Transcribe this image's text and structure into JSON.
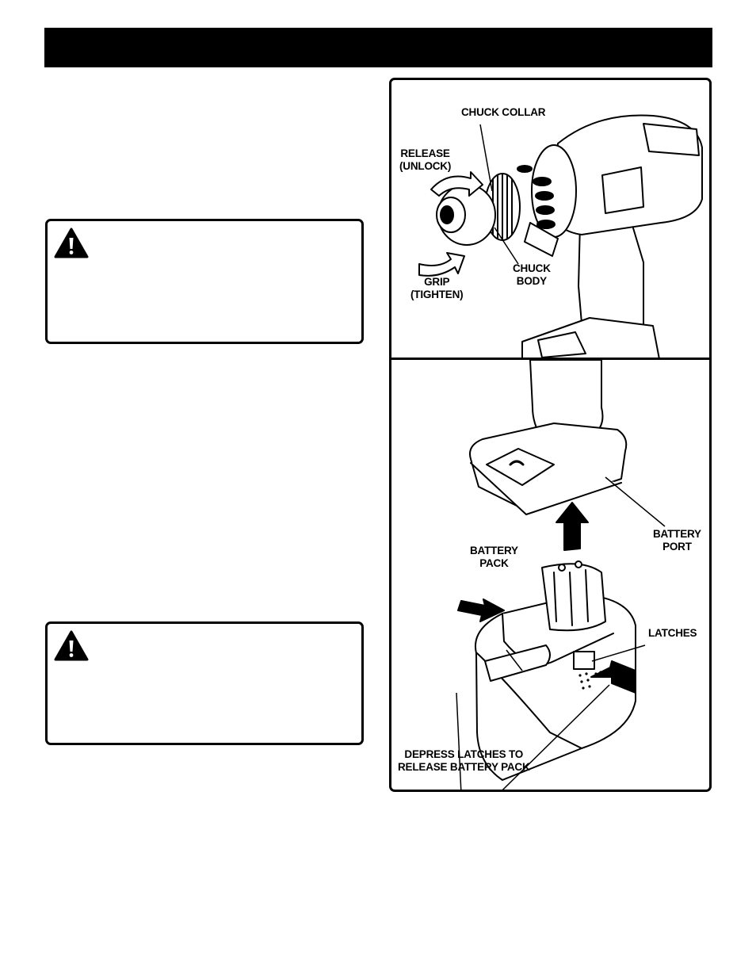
{
  "figure": {
    "drill_callouts": {
      "chuck_collar": "CHUCK COLLAR",
      "release_line1": "RELEASE",
      "release_line2": "(UNLOCK)",
      "grip_line1": "GRIP",
      "grip_line2": "(TIGHTEN)",
      "chuck_body_line1": "CHUCK",
      "chuck_body_line2": "BODY"
    },
    "battery_callouts": {
      "battery_port_line1": "BATTERY",
      "battery_port_line2": "PORT",
      "battery_pack_line1": "BATTERY",
      "battery_pack_line2": "PACK",
      "latches": "LATCHES",
      "depress_line1": "DEPRESS LATCHES TO",
      "depress_line2": "RELEASE BATTERY PACK"
    }
  },
  "icons": [
    "warning-icon",
    "drill-illustration",
    "battery-illustration"
  ]
}
